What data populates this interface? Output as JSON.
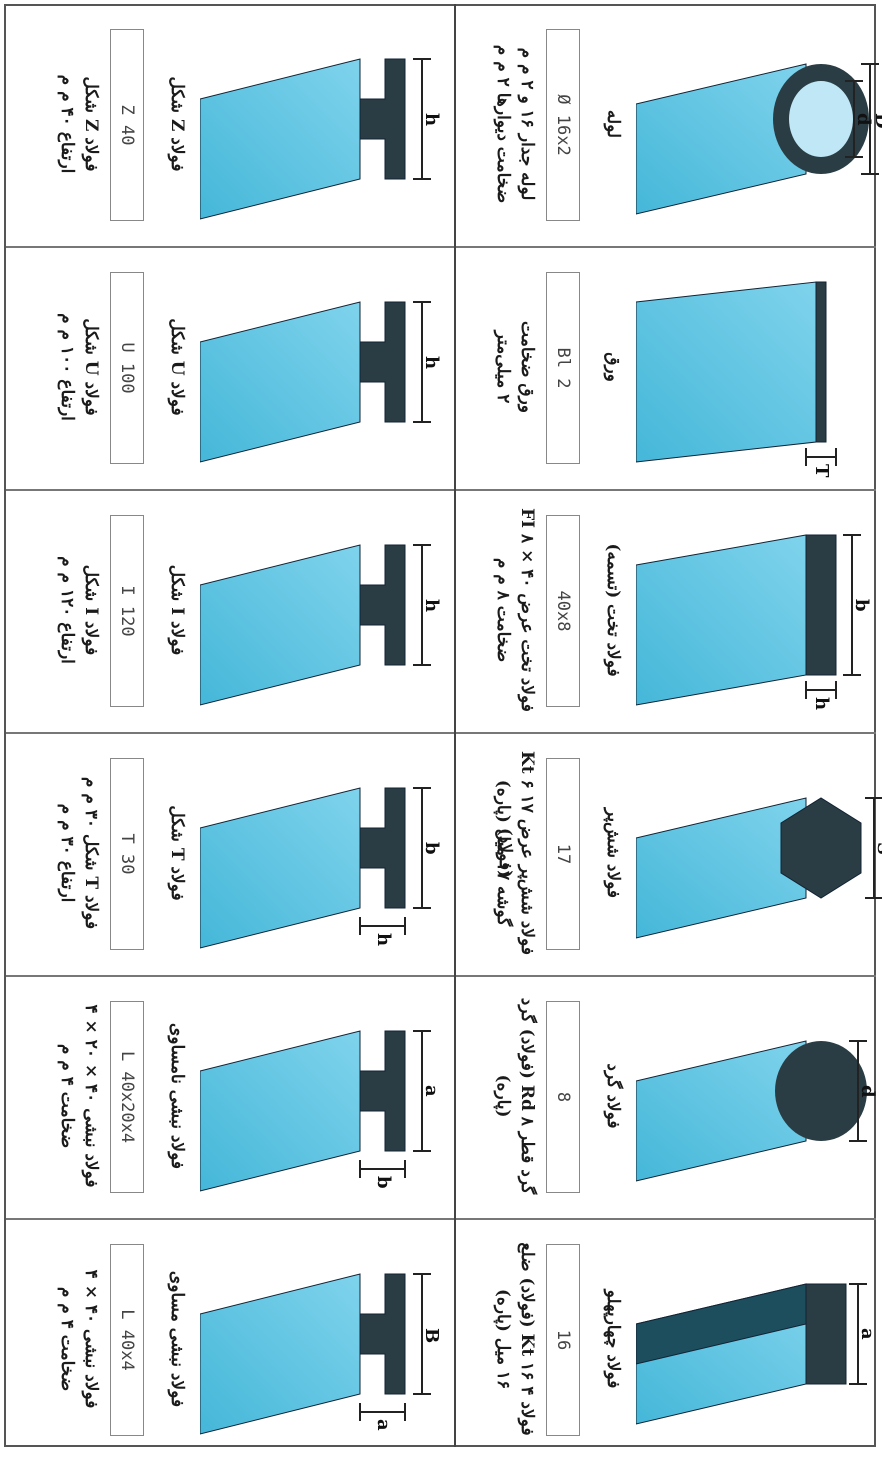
{
  "colors": {
    "steel_face": "#45b7d9",
    "steel_shadow": "#1c4e5e",
    "steel_dark": "#2a3d44",
    "ink": "#1b1b1b"
  },
  "profiles": [
    {
      "id": "tube",
      "code": "Ø 16x2",
      "dim_labels": [
        "D",
        "d"
      ],
      "lines": [
        "لوله",
        "لوله جدار ۱۶ و ۲ م م",
        "ضخامت دیوارها ۲ م م"
      ]
    },
    {
      "id": "sheet",
      "code": "Bl 2",
      "dim_labels": [
        "T"
      ],
      "lines": [
        "ورق",
        "ورق ضخامت",
        "۲ میلی‌متر"
      ]
    },
    {
      "id": "flat",
      "code": "40x8",
      "dim_labels": [
        "b",
        "h"
      ],
      "lines": [
        "فولاد تخت (تسمه)",
        "فولاد تخت عرض ۴۰ × ۸ FI",
        "ضخامت ۸ م م"
      ]
    },
    {
      "id": "hex",
      "code": "17",
      "dim_labels": [
        "S"
      ],
      "lines": [
        "فولاد شش‌پر",
        "فولاد شش‌پر عرض ۱۷ Kt ۶ (فولاد)",
        "گوشه ۱۷ میل (پاره)"
      ]
    },
    {
      "id": "round",
      "code": "8",
      "dim_labels": [
        "d"
      ],
      "lines": [
        "فولاد گرد",
        "گرد قطر ۸ Rd (فولاد) گرد",
        "(پاره)"
      ]
    },
    {
      "id": "square",
      "code": "16",
      "dim_labels": [
        "a"
      ],
      "lines": [
        "فولاد چهارپهلو",
        "فولاد ۴ Kt ۱۶ (فولاد) ضلع",
        "۱۶ میل (پاره)"
      ]
    },
    {
      "id": "z",
      "code": "Z 40",
      "dim_labels": [
        "h"
      ],
      "lines": [
        "فولاد Z شکل",
        "فولاد Z شکل",
        "ارتفاع ۴۰ م م"
      ]
    },
    {
      "id": "u",
      "code": "U 100",
      "dim_labels": [
        "h"
      ],
      "lines": [
        "فولاد U شکل",
        "فولاد U شکل",
        "ارتفاع ۱۰۰ م م"
      ]
    },
    {
      "id": "i",
      "code": "I 120",
      "dim_labels": [
        "h"
      ],
      "lines": [
        "فولاد I شکل",
        "فولاد I شکل",
        "ارتفاع ۱۲۰ م م"
      ]
    },
    {
      "id": "t",
      "code": "T 30",
      "dim_labels": [
        "b",
        "h"
      ],
      "lines": [
        "فولاد T شکل",
        "فولاد T شکل ۳۰ م م",
        "ارتفاع ۳۰ م م"
      ]
    },
    {
      "id": "angle_uneq",
      "code": "L 40x20x4",
      "dim_labels": [
        "a",
        "b"
      ],
      "lines": [
        "فولاد نبشی نامساوی",
        "فولاد نبشی ۴۰ × ۲۰ × ۴",
        "ضخامت ۴ م م"
      ]
    },
    {
      "id": "angle_eq",
      "code": "L 40x4",
      "dim_labels": [
        "B",
        "a"
      ],
      "lines": [
        "فولاد نبشی مساوی",
        "فولاد نبشی ۴۰ × ۴",
        "ضخامت ۴ م م"
      ]
    }
  ]
}
